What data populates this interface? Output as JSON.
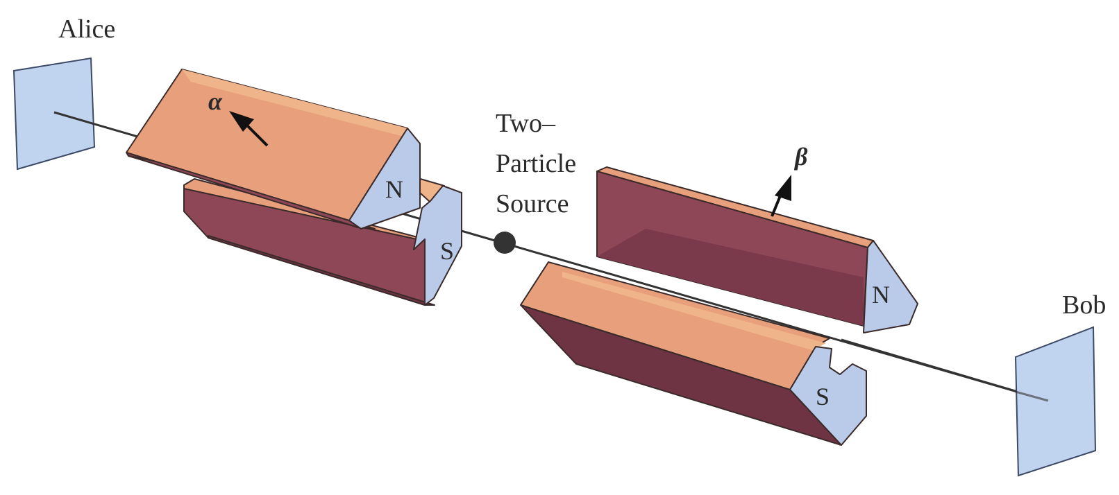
{
  "labels": {
    "alice": "Alice",
    "bob": "Bob",
    "source_line1": "Two–",
    "source_line2": "Particle",
    "source_line3": "Source",
    "alpha": "α",
    "beta": "β",
    "left_n": "N",
    "left_s": "S",
    "right_n": "N",
    "right_s": "S"
  },
  "colors": {
    "screen": "#c0d3ef",
    "screen_edge": "#3c4a66",
    "magnet_top": "#e7a07b",
    "magnet_top_light": "#f0b48a",
    "magnet_side": "#8e4757",
    "magnet_side_dark": "#6e3444",
    "pole_face": "#b9cbe9",
    "beam": "#333333",
    "source": "#333333"
  }
}
